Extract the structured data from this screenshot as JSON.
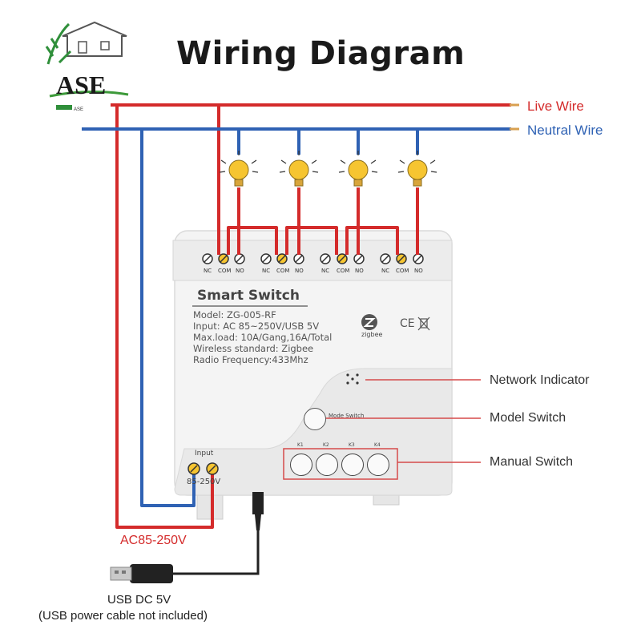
{
  "title": "Wiring Diagram",
  "logo": {
    "text": "ASE",
    "subtext": "ASE"
  },
  "wires": {
    "live": "Live Wire",
    "neutral": "Neutral Wire"
  },
  "device": {
    "name": "Smart  Switch",
    "specs": [
      "Model:  ZG-005-RF",
      "Input:  AC 85~250V/USB 5V",
      "Max.load:  10A/Gang,16A/Total",
      "Wireless standard:  Zigbee",
      "Radio Frequency:433Mhz"
    ],
    "zigbee_label": "zigbee",
    "cert_label": "CE",
    "terminal_labels": [
      "NC",
      "COM",
      "NO"
    ],
    "input_label": "Input",
    "input_voltage": "85-250V",
    "mode_switch_label": "Mode Switch",
    "button_labels": [
      "K1",
      "K2",
      "K3",
      "K4"
    ]
  },
  "callouts": {
    "network": "Network Indicator",
    "model": "Model Switch",
    "manual": "Manual Switch"
  },
  "power": {
    "ac": "AC85-250V",
    "usb": "USB DC 5V",
    "usb_note": "(USB power cable not included)"
  },
  "colors": {
    "live": "#d42b2b",
    "neutral": "#2f62b4",
    "bulb": "#f6c531"
  },
  "icons": [
    "bulb-icon",
    "zigbee-icon",
    "weee-bin-icon",
    "usb-plug-icon",
    "house-logo-icon"
  ]
}
